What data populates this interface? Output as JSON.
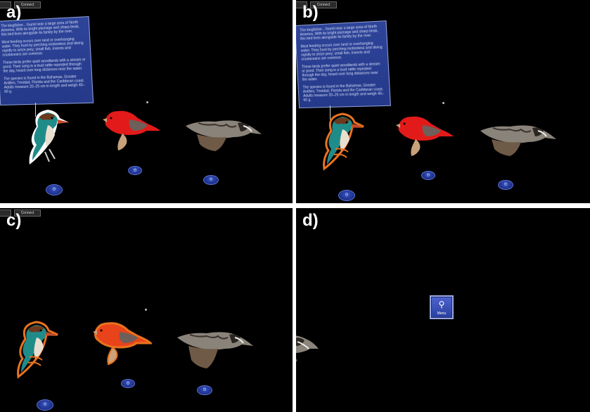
{
  "panels": [
    {
      "label": "a)",
      "buttons": [
        "",
        "Connect"
      ]
    },
    {
      "label": "b)",
      "buttons": [
        "",
        "Connect"
      ]
    },
    {
      "label": "c)",
      "buttons": [
        "",
        "Connect"
      ]
    },
    {
      "label": "d)",
      "menu_tile_label": "Menu"
    }
  ],
  "info_card": {
    "paragraphs": [
      "The kingfisher... found near a large area of North America. With its bright plumage and sharp beak, this bird lives alongside its family by the river.",
      "Most feeding occurs over land or overhanging water. They hunt by perching motionless and diving rapidly to seize prey; small fish, insects and crustaceans are common.",
      "These birds prefer quiet woodlands with a stream or pond. Their song is a loud rattle repeated through the day, heard over long distances near the water.",
      "The species is found in the Bahamas, Greater Antilles, Trinidad, Florida and the Caribbean coast. Adults measure 20–25 cm in length and weigh 40–60 g."
    ]
  },
  "disc_icon": "speaker-icon",
  "colors": {
    "panel_bg": "#000000",
    "card_bg": "#2a3f96",
    "disc_blue": "#1f3596",
    "highlight_orange": "#e8731f"
  }
}
